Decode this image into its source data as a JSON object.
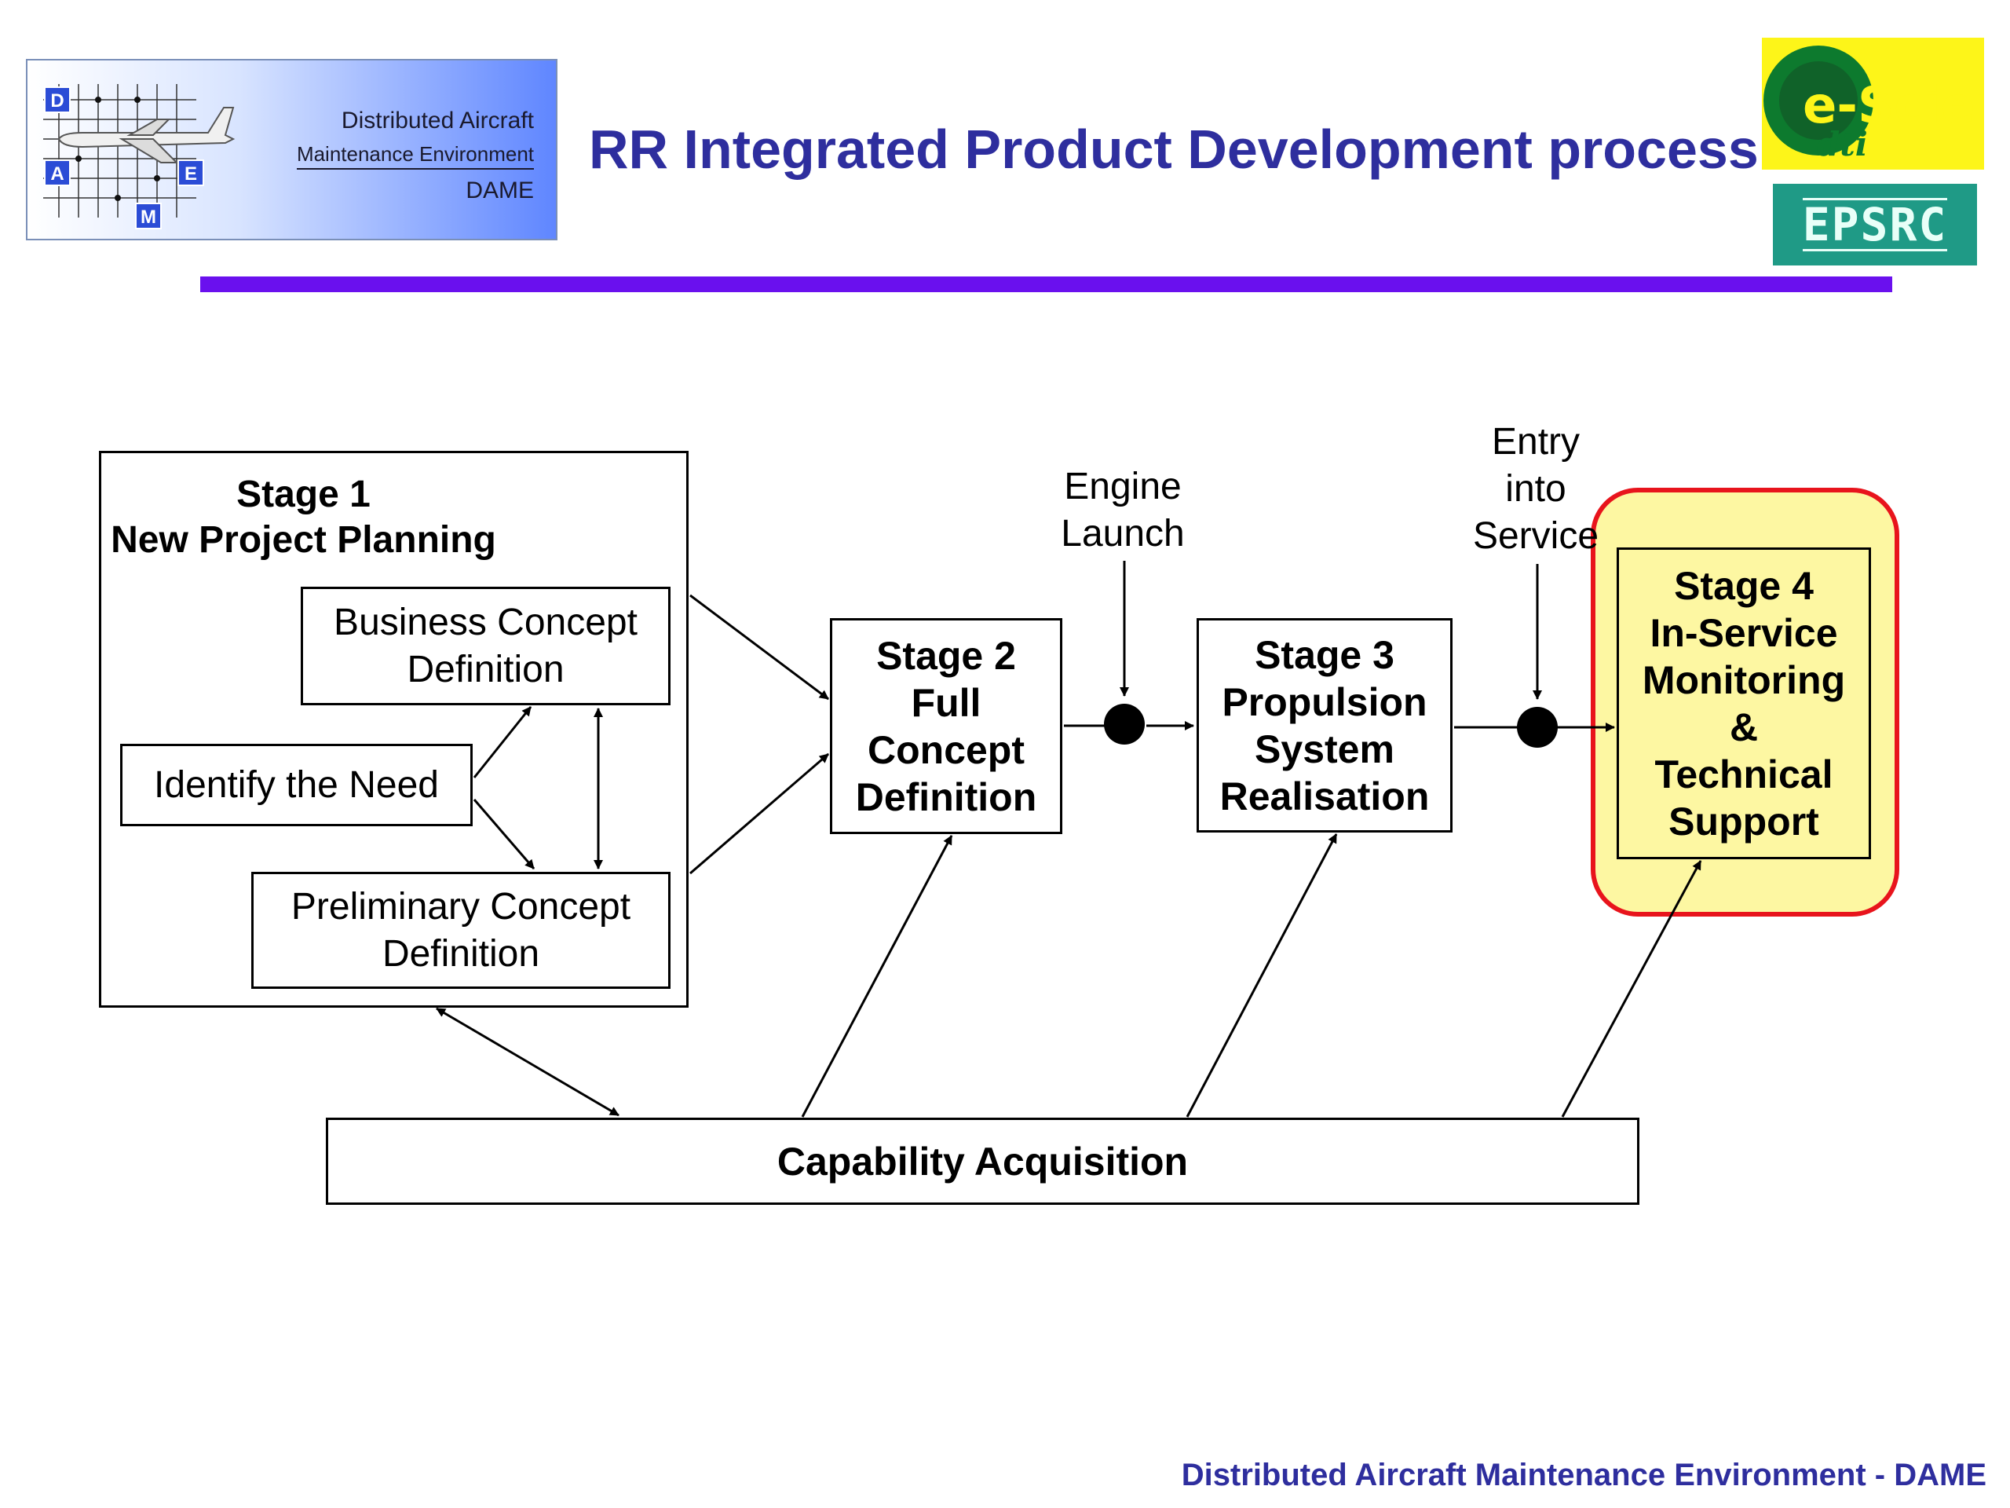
{
  "header": {
    "logo": {
      "letters": [
        "D",
        "A",
        "E",
        "M"
      ],
      "line1": "Distributed Aircraft",
      "line2": "Maintenance Environment",
      "line3": "DAME"
    },
    "title": "RR Integrated Product Development process",
    "escience_logo": {
      "text": "e-Science",
      "subtext": "dti"
    },
    "epsrc_logo": {
      "text": "EPSRC"
    },
    "rule_color": "#6a10ee"
  },
  "diagram": {
    "stage1": {
      "title_line1": "Stage 1",
      "title_line2": "New Project Planning",
      "business_line1": "Business Concept",
      "business_line2": "Definition",
      "identify": "Identify the Need",
      "prelim_line1": "Preliminary Concept",
      "prelim_line2": "Definition"
    },
    "stage2": {
      "lines": [
        "Stage 2",
        "Full",
        "Concept",
        "Definition"
      ]
    },
    "stage3": {
      "lines": [
        "Stage 3",
        "Propulsion",
        "System",
        "Realisation"
      ]
    },
    "stage4": {
      "lines": [
        "Stage 4",
        "In-Service",
        "Monitoring",
        "&",
        "Technical",
        "Support"
      ],
      "highlight_color": "#fdf7a2",
      "border_color": "#e8141c"
    },
    "milestones": {
      "engine_launch": [
        "Engine",
        "Launch"
      ],
      "entry_into_service": [
        "Entry",
        "into",
        "Service"
      ]
    },
    "capability": "Capability Acquisition"
  },
  "footer": "Distributed Aircraft Maintenance Environment - DAME"
}
